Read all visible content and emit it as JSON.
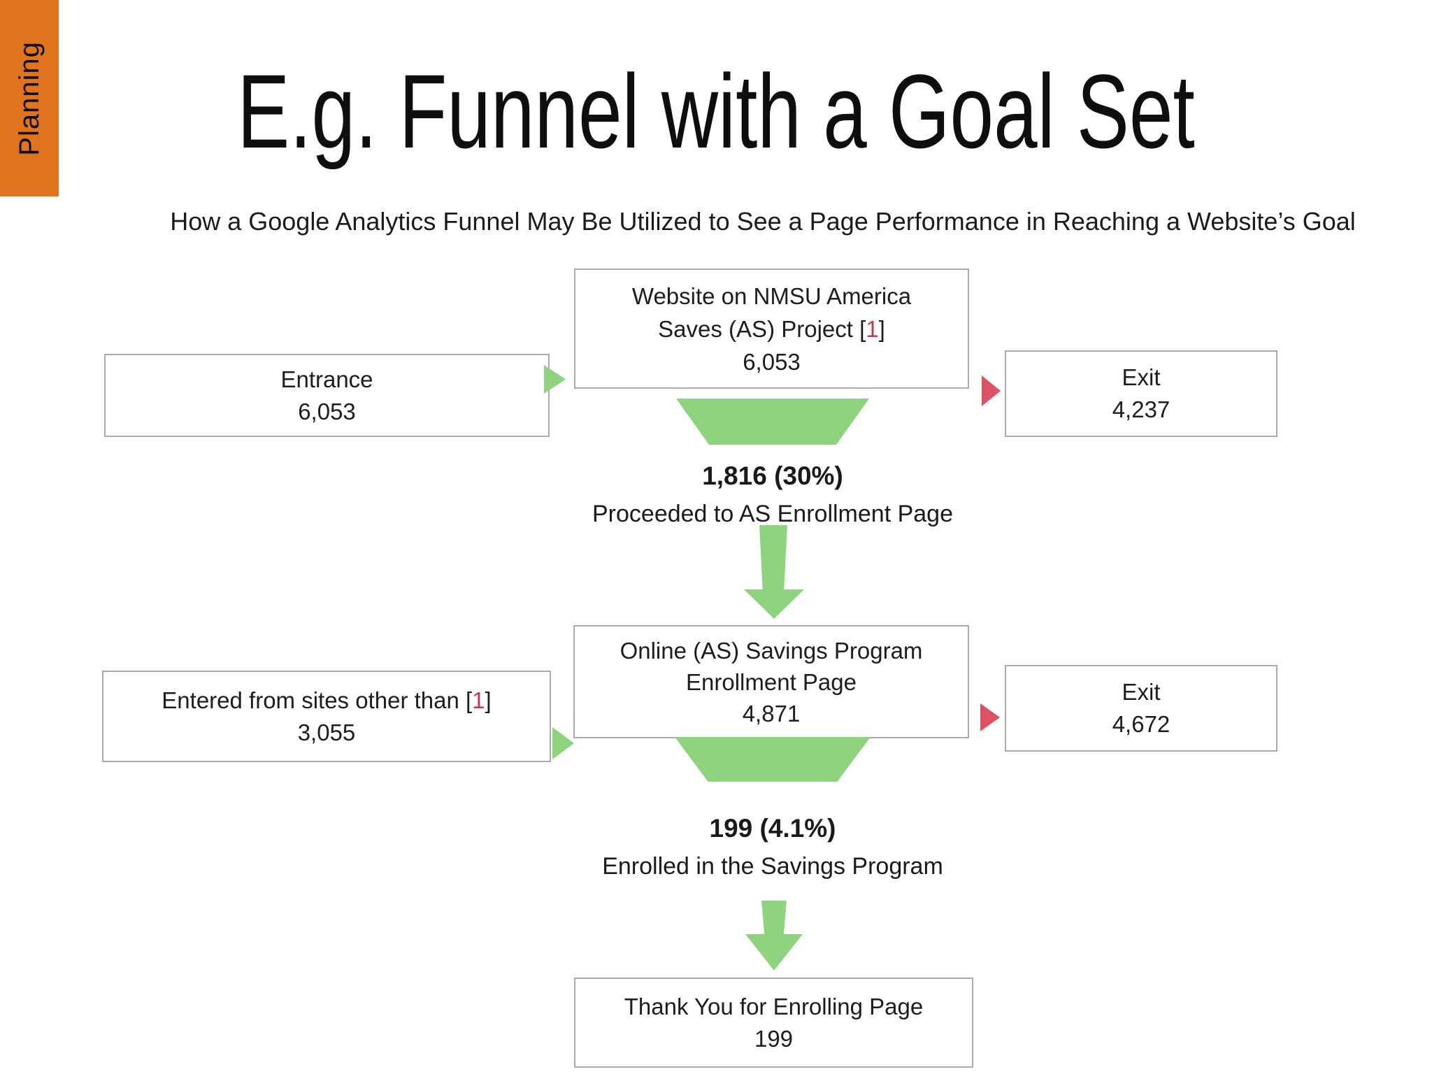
{
  "slide": {
    "section_tab": "Planning",
    "title": "E.g. Funnel with a Goal Set",
    "subtitle": "How a Google Analytics Funnel May Be Utilized to See a Page Performance in Reaching a Website’s Goal"
  },
  "colors": {
    "tab_orange": "#E0741E",
    "funnel_green": "#8FD37F",
    "exit_red": "#DC5164",
    "reference_red": "#C13A4B",
    "box_border": "#AFA7A9"
  },
  "step1": {
    "box_line1": "Website on NMSU America",
    "box_line2_prefix": "Saves (AS) Project [",
    "box_line2_ref": "1",
    "box_line2_suffix": "]",
    "box_value": "6,053",
    "entrance_label": "Entrance",
    "entrance_value": "6,053",
    "exit_label": "Exit",
    "exit_value": "4,237",
    "transition_value": "1,816 (30%)",
    "transition_label": "Proceeded to AS Enrollment Page"
  },
  "step2": {
    "box_line1": "Online (AS) Savings Program",
    "box_line2": "Enrollment Page",
    "box_value": "4,871",
    "entered_label_prefix": "Entered from sites other than [",
    "entered_ref": "1",
    "entered_label_suffix": "]",
    "entered_value": "3,055",
    "exit_label": "Exit",
    "exit_value": "4,672",
    "transition_value": "199 (4.1%)",
    "transition_label": "Enrolled in the Savings Program"
  },
  "step3": {
    "box_line1": "Thank You for Enrolling Page",
    "box_value": "199"
  }
}
